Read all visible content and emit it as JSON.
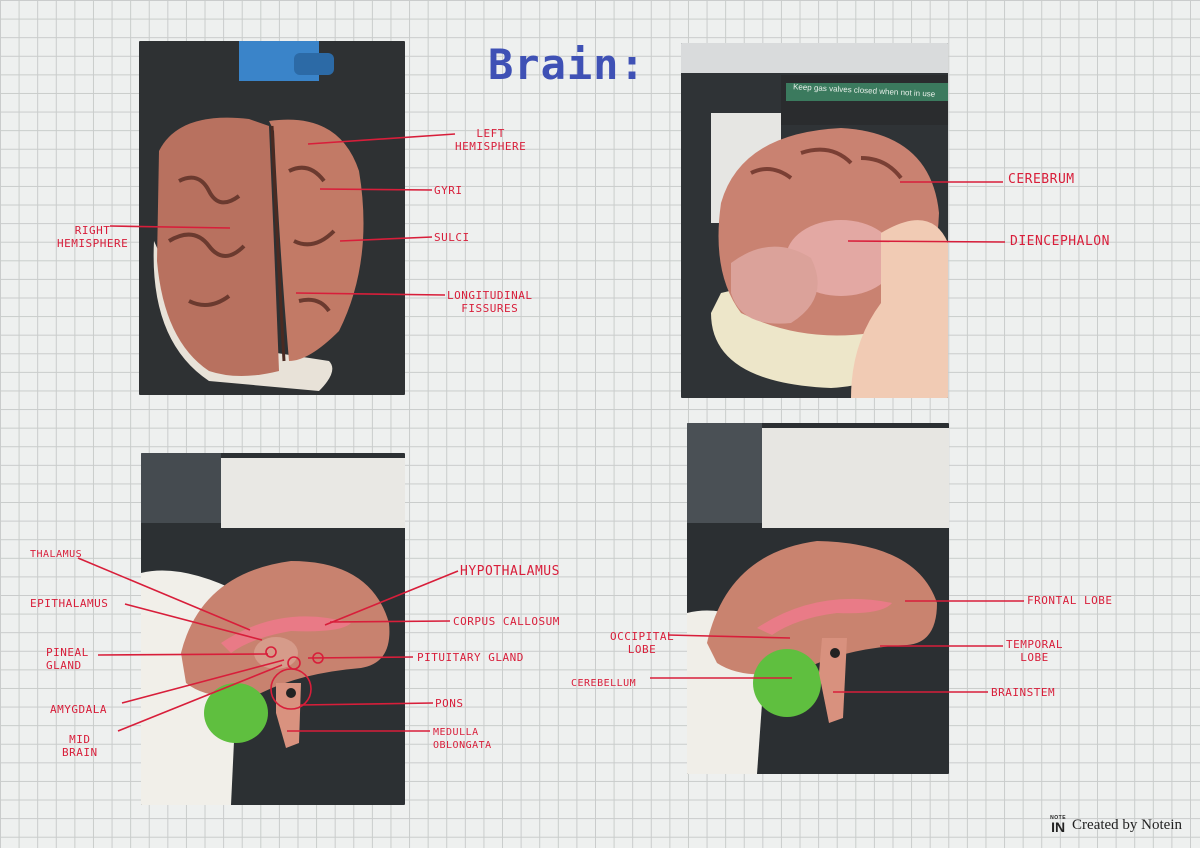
{
  "title": "Brain:",
  "labels": {
    "left_hemisphere": "LEFT\nHEMISPHERE",
    "gyri": "GYRI",
    "right_hemisphere": "RIGHT\nHEMISPHERE",
    "sulci": "SULCI",
    "longitudinal_fissures": "LONGITUDINAL\nFISSURES",
    "cerebrum": "CEREBRUM",
    "diencephalon": "DIENCEPHALON",
    "thalamus": "THALAMUS",
    "hypothalamus": "HYPOTHALAMUS",
    "epithalamus": "EPITHALAMUS",
    "corpus_callosum": "CORPUS CALLOSUM",
    "pineal_gland": "PINEAL\nGLAND",
    "pituitary_gland": "PITUITARY GLAND",
    "amygdala": "AMYGDALA",
    "pons": "PONS",
    "mid_brain": "MID\nBRAIN",
    "medulla_oblongata": "MEDULLA\nOBLONGATA",
    "frontal_lobe": "FRONTAL LOBE",
    "occipital_lobe": "OCCIPITAL\nLOBE",
    "temporal_lobe": "TEMPORAL\nLOBE",
    "cerebellum": "CEREBELLUM",
    "brainstem": "BRAINSTEM"
  },
  "photo2_sign": "Keep gas valves closed when not in use",
  "credit": {
    "logo_top": "NOTE",
    "logo_mark": "IN",
    "text": "Created by Notein"
  },
  "colors": {
    "title": "#3f51b5",
    "label": "#d81e3a",
    "grid": "#c9cccb",
    "background": "#eef0ef"
  }
}
